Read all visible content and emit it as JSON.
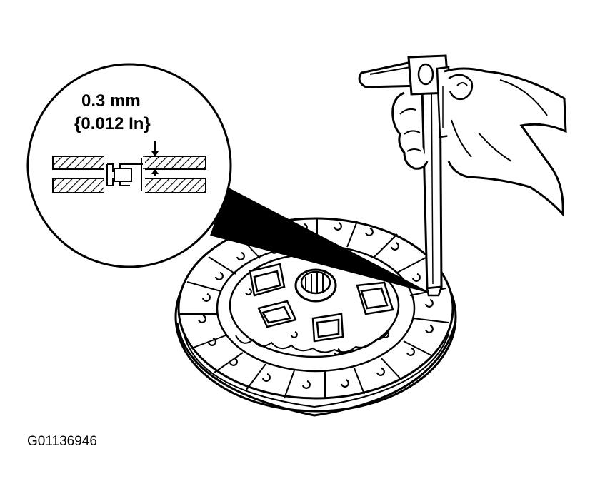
{
  "callout": {
    "clearance_mm": "0.3 mm",
    "clearance_in": "{0.012 In}"
  },
  "figure_code": "G01136946",
  "colors": {
    "ink": "#000000",
    "paper": "#ffffff"
  },
  "icons": [
    "clutch-disc",
    "vernier-caliper",
    "hand",
    "magnified-detail-circle"
  ]
}
